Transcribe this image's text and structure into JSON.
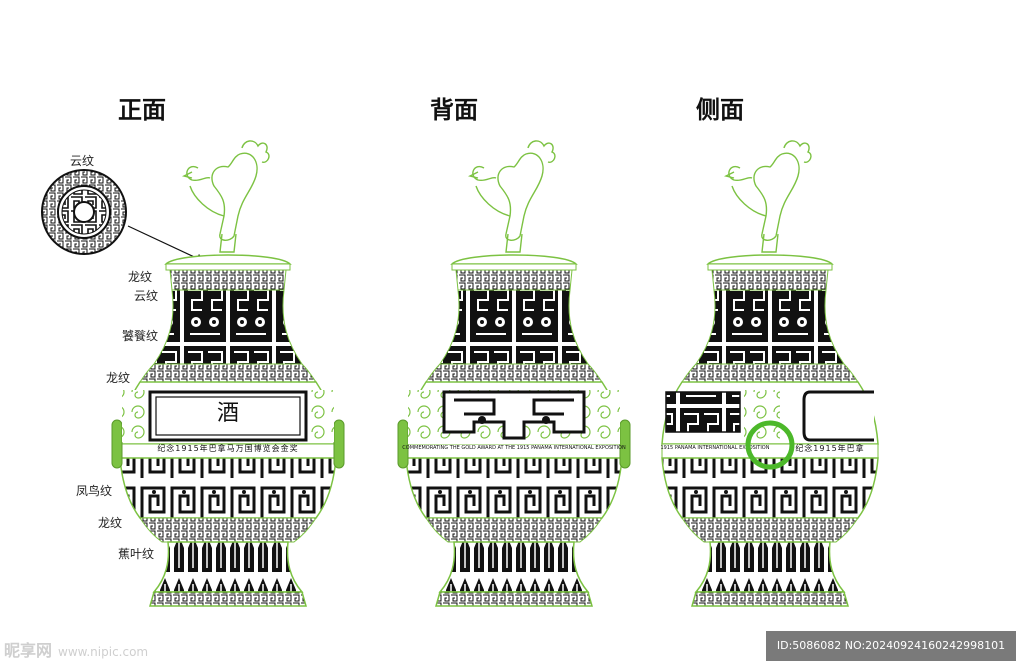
{
  "views": {
    "front": "正面",
    "back": "背面",
    "side": "侧面"
  },
  "labels": {
    "cloud_top": "云纹",
    "dragon_1": "龙纹",
    "cloud_2": "云纹",
    "taotie": "饕餮纹",
    "dragon_2": "龙纹",
    "phoenix": "凤鸟纹",
    "dragon_3": "龙纹",
    "banana_leaf": "蕉叶纹"
  },
  "front_band_text": "纪念1915年巴拿马万国博览会金奖",
  "front_cartouche": "酒",
  "back_band_text": "COMMEMORATING THE GOLD AWARD AT THE 1915 PANAMA INTERNATIONAL EXPOSITION",
  "side_band_en": "1915 PANAMA INTERNATIONAL EXPOSITION",
  "side_band_cn": "纪念1915年巴拿",
  "watermark": {
    "logo": "昵享网",
    "url": "www.nipic.com"
  },
  "id_text": "ID:5086082 NO:20240924160242998101",
  "colors": {
    "outline_green": "#7cc242",
    "ink": "#111111",
    "id_bar": "#7a7a7a"
  }
}
